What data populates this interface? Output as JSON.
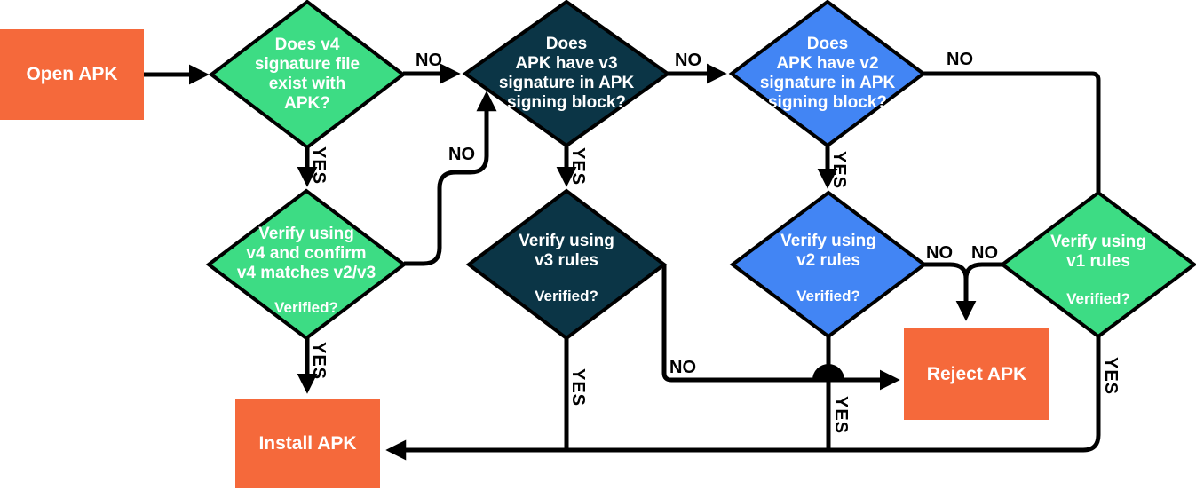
{
  "diagram": {
    "type": "flowchart",
    "colors": {
      "green": "#3DDC84",
      "navy": "#0B3546",
      "blue": "#4285F4",
      "orange": "#F5693B",
      "line": "#000000",
      "text": "#FFFFFF"
    },
    "nodes": {
      "open_apk": {
        "label": "Open APK",
        "shape": "rect",
        "color": "#F5693B"
      },
      "v4_exists": {
        "question": "Does v4\nsignature file\nexist with\nAPK?",
        "shape": "diamond",
        "color": "#3DDC84"
      },
      "v3_in_block": {
        "question": "Does\nAPK have v3\nsignature in APK\nsigning block?",
        "shape": "diamond",
        "color": "#0B3546"
      },
      "v2_in_block": {
        "question": "Does\nAPK have v2\nsignature in APK\nsigning block?",
        "shape": "diamond",
        "color": "#4285F4"
      },
      "verify_v4": {
        "question": "Verify using\nv4 and confirm\nv4 matches v2/v3",
        "sub": "Verified?",
        "shape": "diamond",
        "color": "#3DDC84"
      },
      "verify_v3": {
        "question": "Verify using\nv3 rules",
        "sub": "Verified?",
        "shape": "diamond",
        "color": "#0B3546"
      },
      "verify_v2": {
        "question": "Verify using\nv2 rules",
        "sub": "Verified?",
        "shape": "diamond",
        "color": "#4285F4"
      },
      "verify_v1": {
        "question": "Verify using\nv1 rules",
        "sub": "Verified?",
        "shape": "diamond",
        "color": "#3DDC84"
      },
      "install_apk": {
        "label": "Install APK",
        "shape": "rect",
        "color": "#F5693B"
      },
      "reject_apk": {
        "label": "Reject APK",
        "shape": "rect",
        "color": "#F5693B"
      }
    },
    "edges": [
      {
        "from": "open_apk",
        "to": "v4_exists",
        "label": ""
      },
      {
        "from": "v4_exists",
        "to": "v3_in_block",
        "label": "NO"
      },
      {
        "from": "v4_exists",
        "to": "verify_v4",
        "label": "YES"
      },
      {
        "from": "v3_in_block",
        "to": "v2_in_block",
        "label": "NO"
      },
      {
        "from": "v3_in_block",
        "to": "verify_v3",
        "label": "YES"
      },
      {
        "from": "v2_in_block",
        "to": "verify_v1",
        "label": "NO"
      },
      {
        "from": "v2_in_block",
        "to": "verify_v2",
        "label": "YES"
      },
      {
        "from": "verify_v4",
        "to": "v3_in_block",
        "label": "NO"
      },
      {
        "from": "verify_v4",
        "to": "install_apk",
        "label": "YES"
      },
      {
        "from": "verify_v3",
        "to": "install_apk",
        "label": "YES"
      },
      {
        "from": "verify_v3",
        "to": "reject_apk",
        "label": "NO"
      },
      {
        "from": "verify_v2",
        "to": "reject_apk",
        "label": "NO"
      },
      {
        "from": "verify_v2",
        "to": "install_apk",
        "label": "YES"
      },
      {
        "from": "verify_v1",
        "to": "reject_apk",
        "label": "NO"
      },
      {
        "from": "verify_v1",
        "to": "install_apk",
        "label": "YES"
      }
    ]
  }
}
